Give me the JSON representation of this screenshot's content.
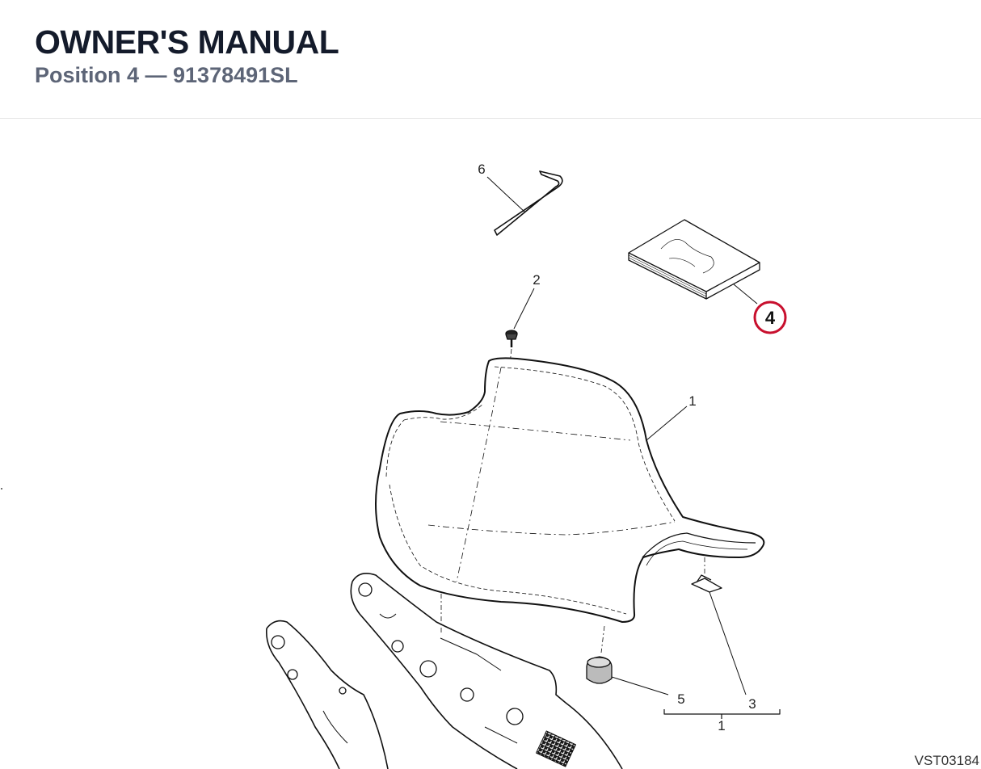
{
  "header": {
    "title": "OWNER'S MANUAL",
    "subtitle": "Position 4 — 91378491SL"
  },
  "diagram": {
    "callouts": {
      "seat": "1",
      "screw": "2",
      "bracket": "3",
      "manual": "4",
      "bumper": "5",
      "allen_key": "6",
      "group": "1"
    },
    "highlighted_callout": "4",
    "highlight_color": "#c8102e",
    "drawing_code": "VST03184"
  }
}
